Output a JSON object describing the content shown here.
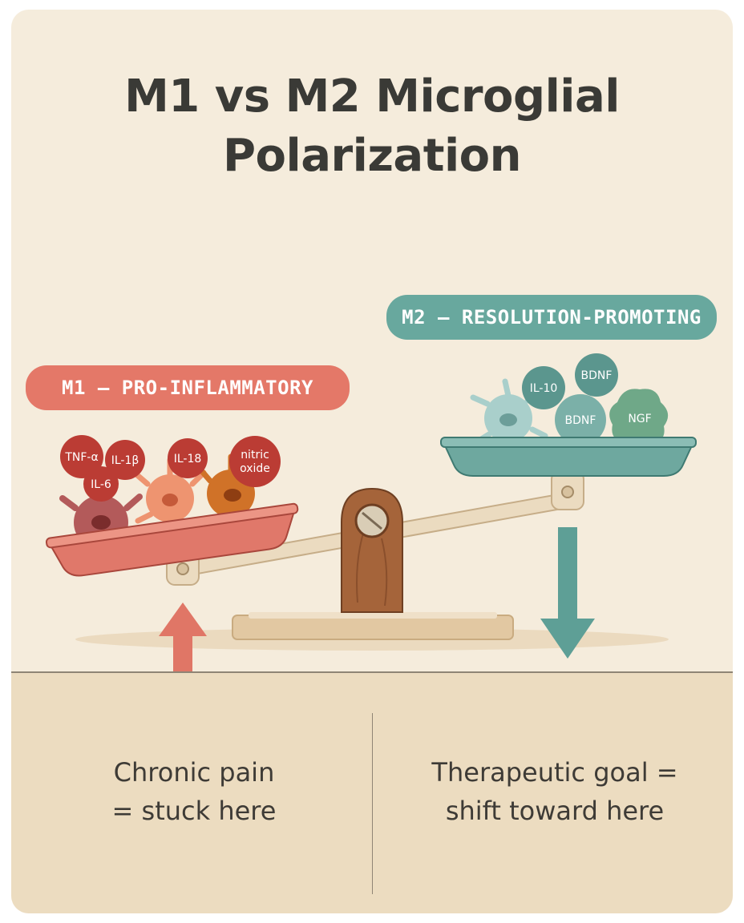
{
  "title": {
    "line1": "M1 vs M2 Microglial",
    "line2": "Polarization"
  },
  "m1": {
    "label": "M1 — PRO-INFLAMMATORY",
    "cytokines": [
      "TNF-α",
      "IL-1β",
      "IL-6",
      "IL-18",
      "nitric",
      "oxide"
    ]
  },
  "m2": {
    "label": "M2 — RESOLUTION-PROMOTING",
    "factors": [
      "IL-10",
      "BDNF",
      "BDNF",
      "NGF"
    ]
  },
  "captions": {
    "left": [
      "Chronic pain",
      "= stuck here"
    ],
    "right": [
      "Therapeutic goal =",
      "shift toward here"
    ]
  },
  "colors": {
    "m1": "#e47868",
    "m2": "#68a89e",
    "background": "#f5ecdc",
    "panel": "#ecdcc0"
  },
  "icons": {
    "up_arrow": "up-arrow-icon",
    "down_arrow": "down-arrow-icon"
  }
}
